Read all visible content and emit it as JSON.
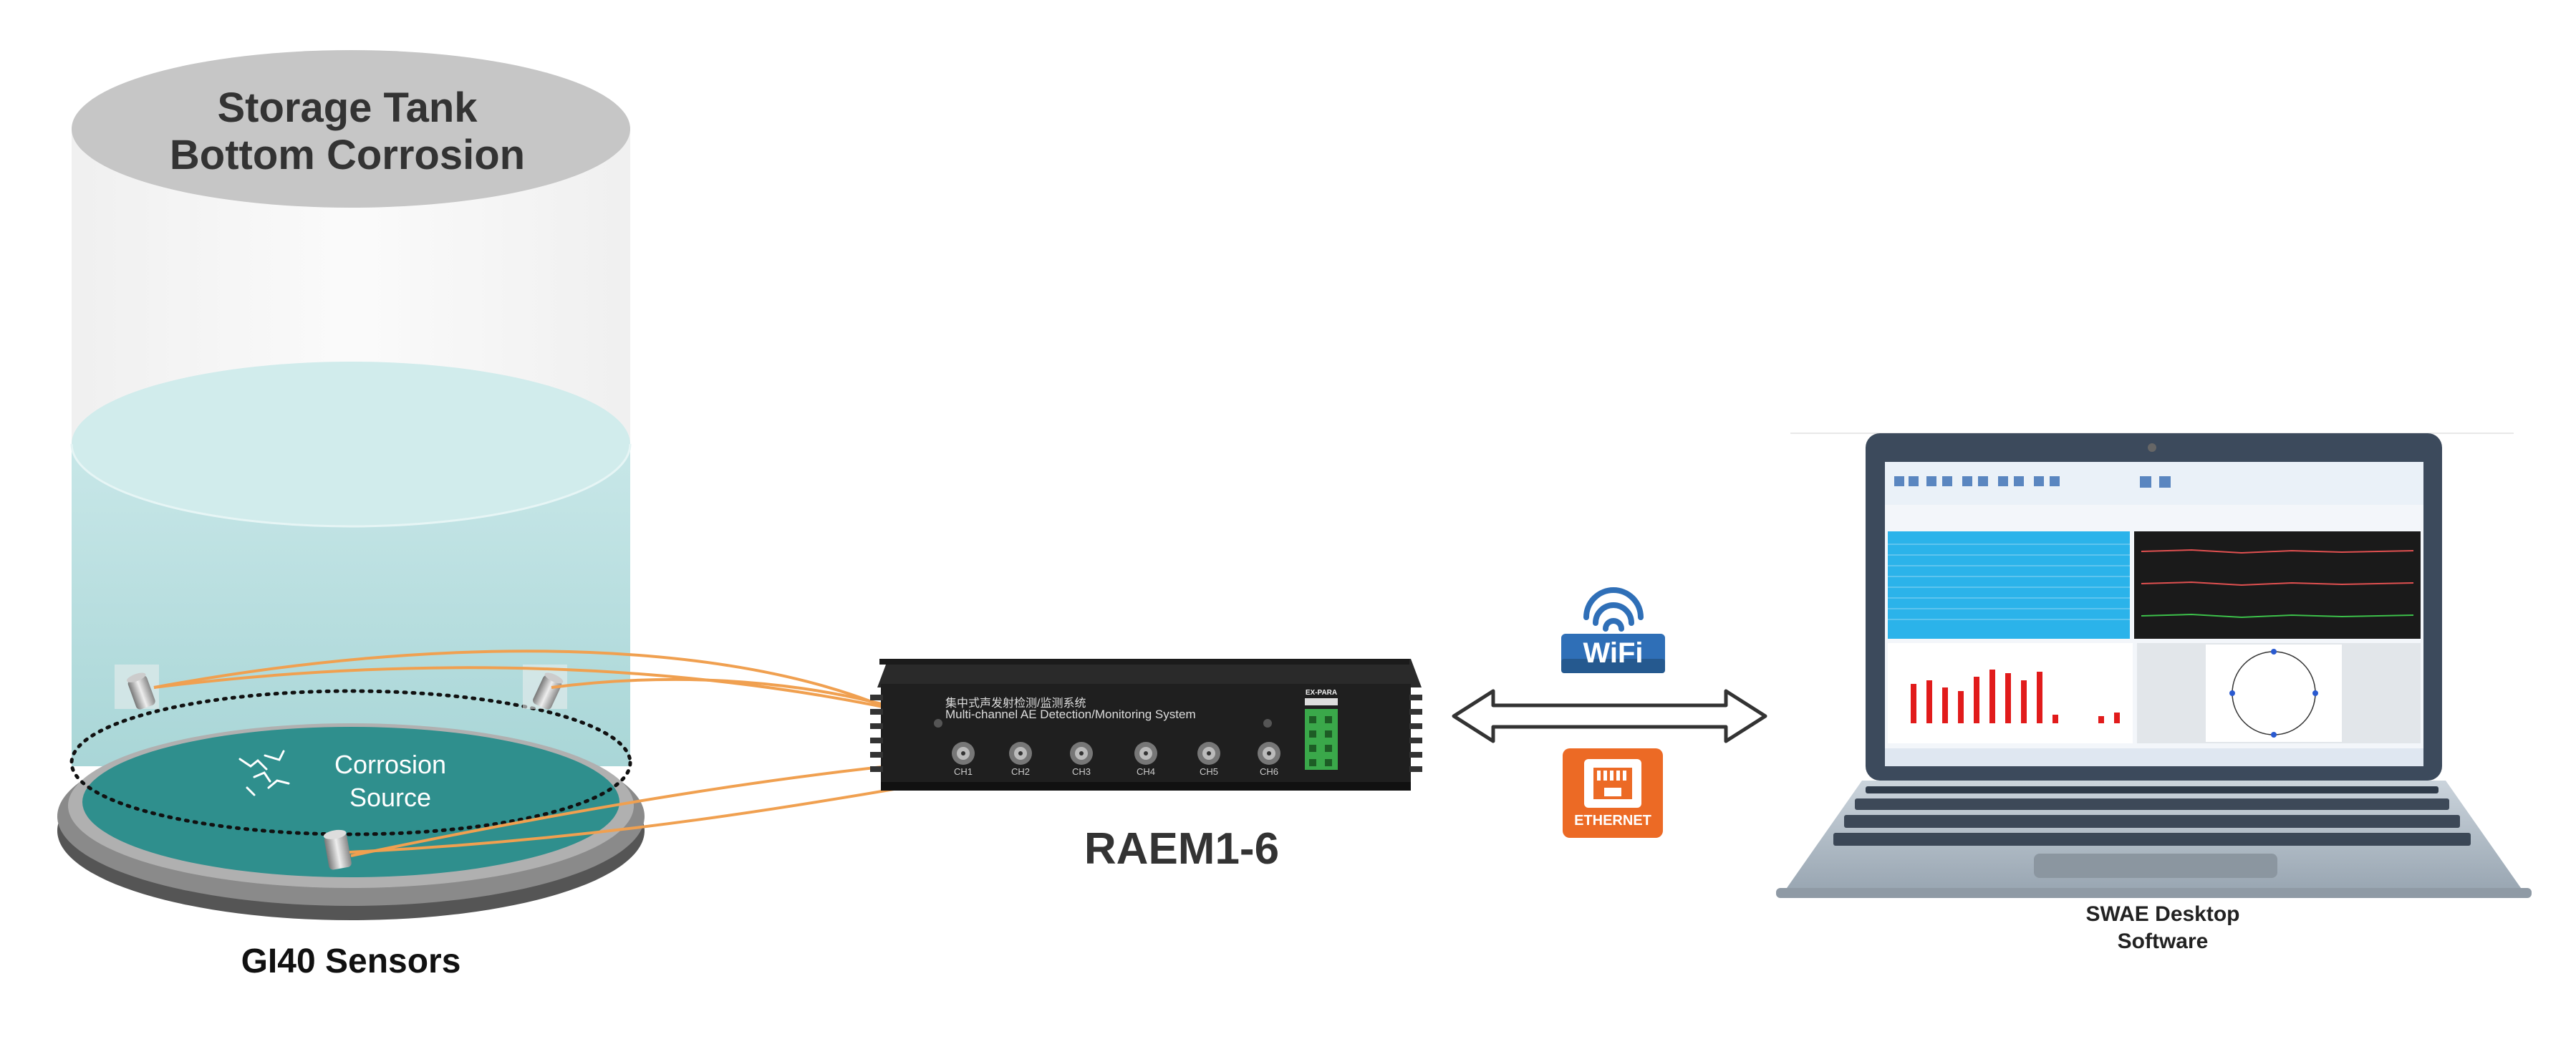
{
  "tank": {
    "title_line1": "Storage Tank",
    "title_line2": "Bottom Corrosion",
    "corrosion_line1": "Corrosion",
    "corrosion_line2": "Source"
  },
  "sensors": {
    "label": "GI40 Sensors"
  },
  "device": {
    "label": "RAEM1-6",
    "panel_text_cn": "集中式声发射检测/监测系统",
    "panel_text_en": "Multi-channel AE Detection/Monitoring System",
    "channels": [
      "CH1",
      "CH2",
      "CH3",
      "CH4",
      "CH5",
      "CH6"
    ],
    "terminal_label": "EX-PARA"
  },
  "connectivity": {
    "wifi_label": "WiFi",
    "ethernet_label": "ETHERNET"
  },
  "laptop": {
    "label_line1": "SWAE Desktop",
    "label_line2": "Software"
  },
  "colors": {
    "cable": "#F0A050",
    "tank_water": "#bfe3e4",
    "tank_floor": "#2f8f8d",
    "wifi_blue": "#2f6fb7",
    "ethernet_orange": "#ec6a25",
    "laptop_frame": "#3c4a5c",
    "laptop_base": "#b7c2cc"
  }
}
